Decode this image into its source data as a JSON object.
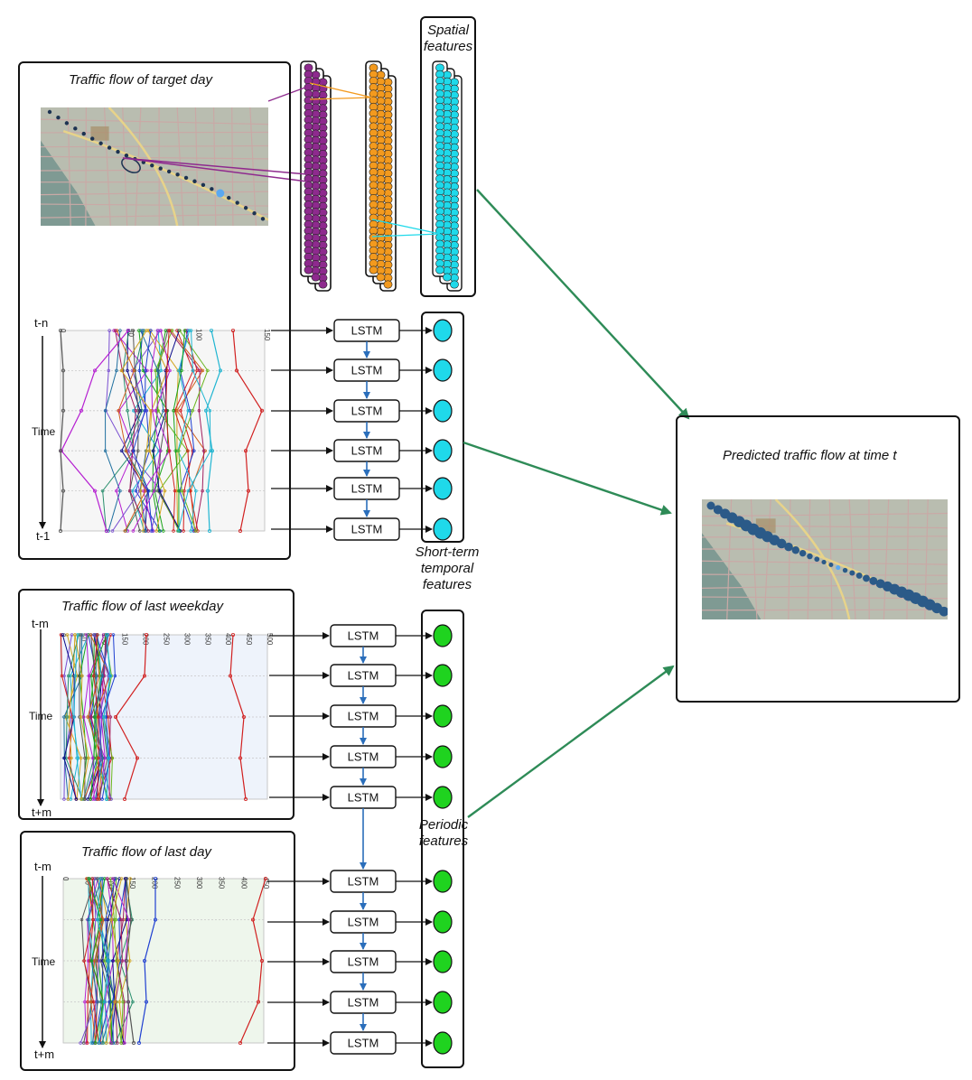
{
  "target_day": {
    "title": "Traffic flow of target day",
    "time_start": "t-n",
    "time_end": "t-1",
    "time_label": "Time",
    "tick_labels": [
      "0",
      "50",
      "100",
      "150"
    ]
  },
  "last_weekday": {
    "title": "Traffic flow of last weekday",
    "time_start": "t-m",
    "time_end": "t+m",
    "time_label": "Time",
    "tick_labels": [
      "0",
      "50",
      "100",
      "150",
      "200",
      "250",
      "300",
      "350",
      "400",
      "450",
      "500"
    ]
  },
  "last_day": {
    "title": "Traffic flow of last day",
    "time_start": "t-m",
    "time_end": "t+m",
    "time_label": "Time",
    "tick_labels": [
      "0",
      "50",
      "100",
      "150",
      "200",
      "250",
      "300",
      "350",
      "400",
      "450"
    ]
  },
  "lstm_label": "LSTM",
  "features": {
    "spatial": "Spatial\nfeatures",
    "short_term": "Short-term\ntemporal\nfeatures",
    "periodic": "Periodic\nfeatures"
  },
  "output": {
    "title": "Predicted traffic flow at time t"
  },
  "colors": {
    "purple_node": "#8e2a8e",
    "orange_node": "#f39a1e",
    "cyan_node": "#1fd9ea",
    "green_node": "#1fd31f",
    "arrow_green": "#2e8b57",
    "lstm_arrow_blue": "#2a6ebb",
    "map_bg": "#b9bdb0",
    "ocean": "#7f9a93"
  }
}
